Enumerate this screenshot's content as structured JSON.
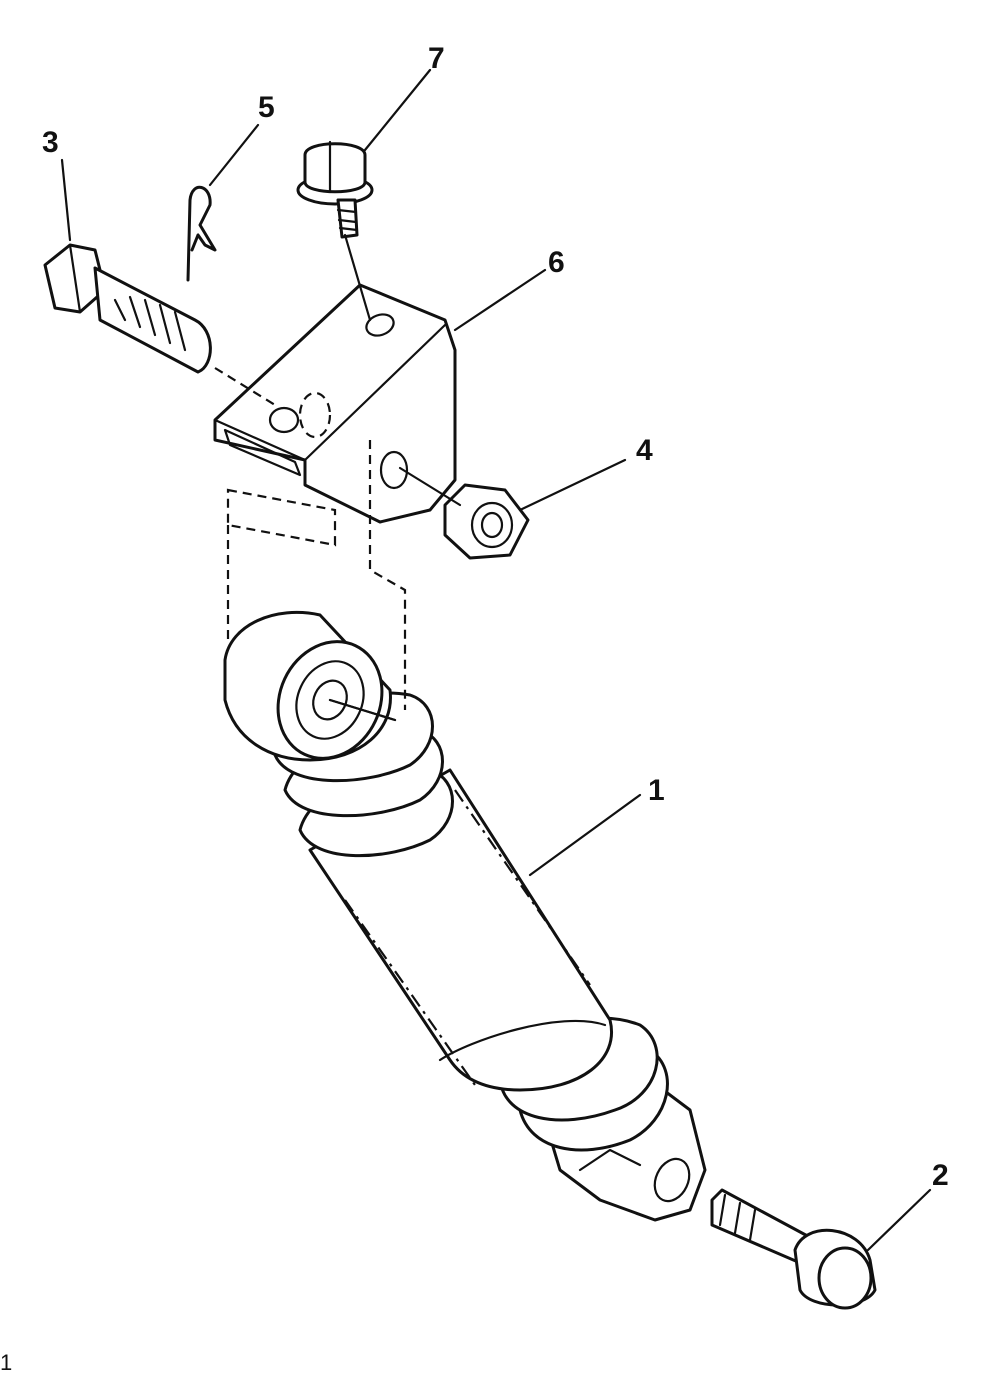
{
  "diagram": {
    "callouts": [
      "1",
      "2",
      "3",
      "4",
      "5",
      "6",
      "7"
    ],
    "corner_mark": "1"
  }
}
